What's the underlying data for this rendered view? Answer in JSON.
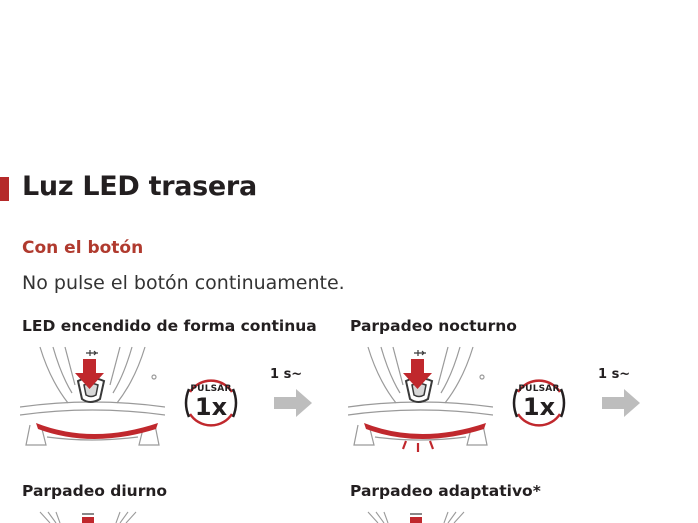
{
  "section": {
    "title": "Luz LED trasera",
    "subheading": "Con el botón",
    "note": "No pulse el botón continuamente."
  },
  "modes": [
    {
      "title": "LED encendido de forma continua",
      "press_label": "PULSAR",
      "press_count": "1x",
      "timing": "1 s~"
    },
    {
      "title": "Parpadeo nocturno",
      "press_label": "PULSAR",
      "press_count": "1x",
      "timing": "1 s~"
    },
    {
      "title": "Parpadeo diurno"
    },
    {
      "title": "Parpadeo adaptativo*"
    }
  ],
  "colors": {
    "accent": "#b52a2a",
    "subheading": "#b03a2e",
    "arrow_gray": "#bdbdbd",
    "led_red": "#c0282d"
  },
  "icons": [
    "press-arrow-icon",
    "usb-icon",
    "next-step-arrow-icon"
  ]
}
